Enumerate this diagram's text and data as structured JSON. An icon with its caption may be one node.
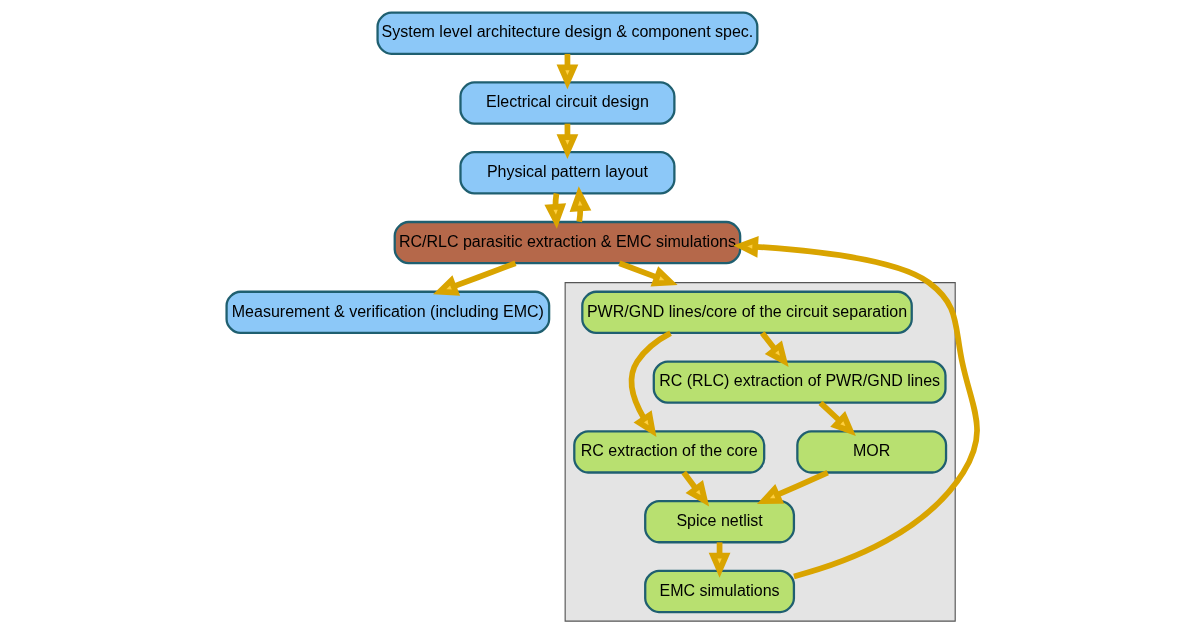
{
  "diagram": {
    "nodes": [
      {
        "text": [
          "System level architecture design & component spec."
        ]
      },
      {
        "text": [
          "Electrical circuit design"
        ]
      },
      {
        "text": [
          "Physical pattern layout"
        ]
      },
      {
        "text": [
          "RC/RLC parasitic extraction & EMC simulations"
        ]
      },
      {
        "text": [
          "Measurement & verification (including EMC)"
        ]
      },
      {
        "text": [],
        "shape": "box"
      },
      {
        "text": [
          "PWR/GND lines/core of the circuit separation"
        ],
        "in": 5
      },
      {
        "text": [
          "RC extraction of the core"
        ],
        "in": 5
      },
      {
        "text": [
          "RC (RLC) extraction of PWR/GND lines"
        ],
        "in": 5
      },
      {
        "text": [
          "MOR"
        ],
        "in": 5
      },
      {
        "text": [
          "Spice netlist"
        ],
        "in": 5
      },
      {
        "text": [
          "EMC simulations"
        ],
        "in": 5
      }
    ],
    "edges": [
      {
        "from": 0,
        "to": 1,
        "arrow": "to"
      },
      {
        "from": 1,
        "to": 2,
        "arrow": "to"
      },
      {
        "from": 2,
        "to": 3,
        "arrow": "to"
      },
      {
        "from": 3,
        "to": 2,
        "arrow": "to"
      },
      {
        "from": 3,
        "to": 4,
        "arrow": "to"
      },
      {
        "from": 3,
        "to": 5,
        "arrow": "to"
      },
      {
        "from": 6,
        "to": 7,
        "arrow": "to"
      },
      {
        "from": 6,
        "to": 8,
        "arrow": "to"
      },
      {
        "from": 7,
        "to": 10,
        "arrow": "to"
      },
      {
        "from": 8,
        "to": 9,
        "arrow": "to"
      },
      {
        "from": 9,
        "to": 10,
        "arrow": "to"
      },
      {
        "from": 10,
        "to": 11,
        "arrow": "to"
      },
      {
        "from": 11,
        "to": 3,
        "arrow": "to"
      }
    ]
  }
}
